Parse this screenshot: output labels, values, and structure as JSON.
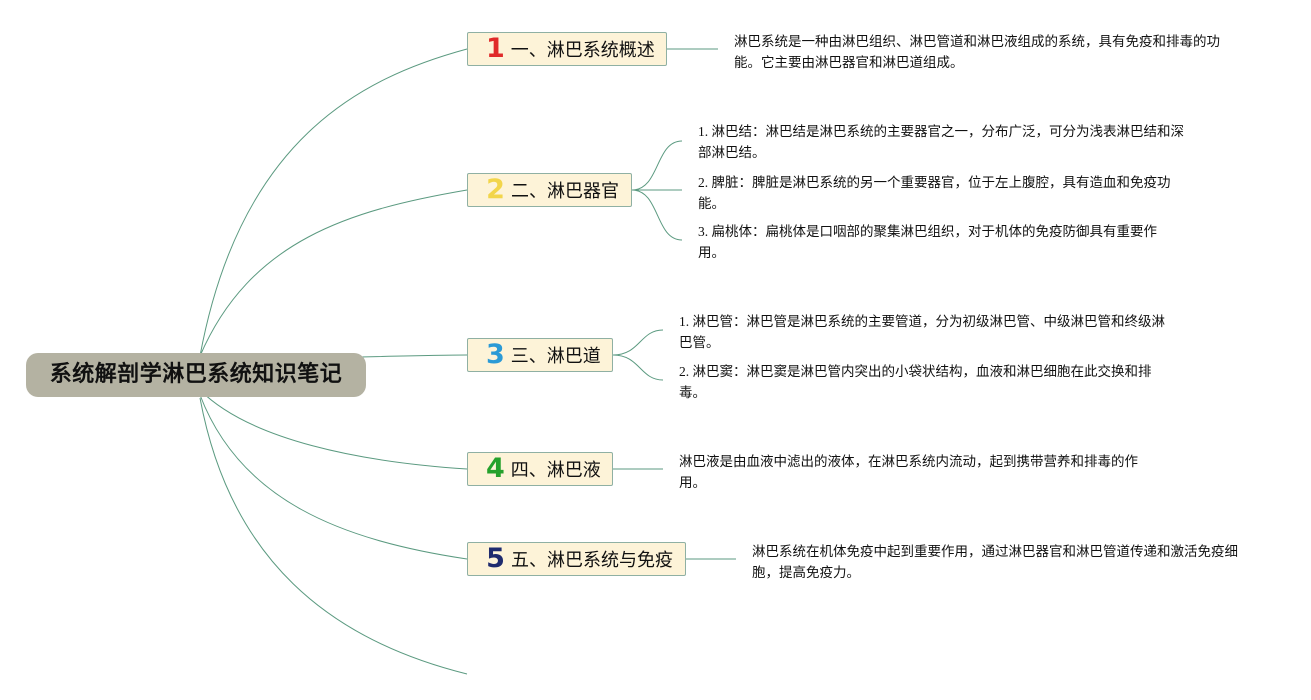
{
  "root": {
    "title": "系统解剖学淋巴系统知识笔记"
  },
  "colors": {
    "line": "#5b9a80",
    "root_fill": "#b4b2a2",
    "branch_fill": "#fdf3d8",
    "branch_border": "#8fb0a3"
  },
  "branches": [
    {
      "number": "1",
      "number_color": "#e02a2a",
      "label": "一、淋巴系统概述",
      "leaves": [
        "淋巴系统是一种由淋巴组织、淋巴管道和淋巴液组成的系统，具有免疫和排毒的功能。它主要由淋巴器官和淋巴道组成。"
      ]
    },
    {
      "number": "2",
      "number_color": "#f2d54a",
      "label": "二、淋巴器官",
      "leaves": [
        "1. 淋巴结：淋巴结是淋巴系统的主要器官之一，分布广泛，可分为浅表淋巴结和深部淋巴结。",
        "2. 脾脏：脾脏是淋巴系统的另一个重要器官，位于左上腹腔，具有造血和免疫功能。",
        "3. 扁桃体：扁桃体是口咽部的聚集淋巴组织，对于机体的免疫防御具有重要作用。"
      ]
    },
    {
      "number": "3",
      "number_color": "#2b9ad6",
      "label": "三、淋巴道",
      "leaves": [
        "1. 淋巴管：淋巴管是淋巴系统的主要管道，分为初级淋巴管、中级淋巴管和终级淋巴管。",
        "2. 淋巴窦：淋巴窦是淋巴管内突出的小袋状结构，血液和淋巴细胞在此交换和排毒。"
      ]
    },
    {
      "number": "4",
      "number_color": "#25a12c",
      "label": "四、淋巴液",
      "leaves": [
        "淋巴液是由血液中滤出的液体，在淋巴系统内流动，起到携带营养和排毒的作用。"
      ]
    },
    {
      "number": "5",
      "number_color": "#1f2b6e",
      "label": "五、淋巴系统与免疫",
      "leaves": [
        "淋巴系统在机体免疫中起到重要作用，通过淋巴器官和淋巴管道传递和激活免疫细胞，提高免疫力。"
      ]
    }
  ]
}
